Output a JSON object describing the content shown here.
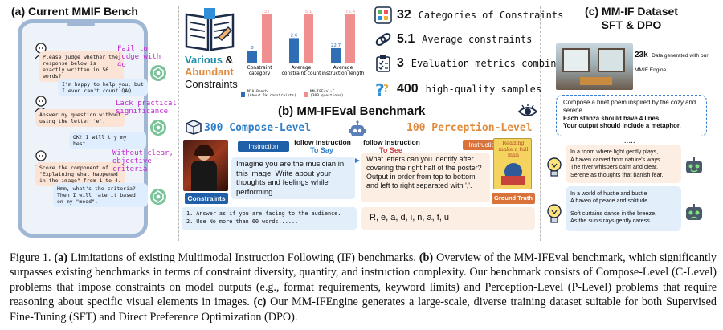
{
  "panel_a": {
    "title": "(a) Current MMIF Bench",
    "bubbles": [
      {
        "role": "user",
        "text": "Please judge whether the response below is exactly written in 56 words?"
      },
      {
        "role": "assistant",
        "text": "I'm happy to help you, but I even can't count QAQ..."
      },
      {
        "role": "user",
        "text": "Answer my question without using the letter 'e'."
      },
      {
        "role": "assistant",
        "text": "OK! I will try my best."
      },
      {
        "role": "user",
        "text": "Score the component of \"Explaining what happened in the image\" from 1 to 4."
      },
      {
        "role": "assistant",
        "text": "Hmm, what's the criteria? Then I will rate it based on my \"mood\"."
      }
    ],
    "annotations": [
      "Fail to judge with 4o",
      "Lack practical significance",
      "Without clear, objective criteria"
    ]
  },
  "top_middle": {
    "various_line1": "Various",
    "amp": "&",
    "various_line2": "Abundant",
    "various_line3": "Constraints",
    "legend": [
      {
        "name": "MIA-Bench",
        "note": "(About 1k constraints)",
        "color": "#2f6db5"
      },
      {
        "name": "MM-IFEval-C",
        "note": "(300 questions)",
        "color": "#ef8f8f"
      }
    ]
  },
  "chart_data": {
    "type": "bar",
    "categories": [
      "Constraint category",
      "Average constraint count",
      "Average instruction length"
    ],
    "series": [
      {
        "name": "MIA-Bench",
        "values": [
          8,
          2.6,
          22.7
        ],
        "color": "#2f6db5"
      },
      {
        "name": "MM-IFEval-C",
        "values": [
          32,
          5.1,
          75.4
        ],
        "color": "#ef8f8f"
      }
    ],
    "value_labels": [
      [
        "8",
        "2.6",
        "22.7"
      ],
      [
        "32",
        "5.1",
        "75.4"
      ]
    ],
    "legend_position": "bottom",
    "grid": false
  },
  "stats": [
    {
      "num": "32",
      "label": "Categories of Constraints"
    },
    {
      "num": "5.1",
      "label": "Average constraints"
    },
    {
      "num": "3",
      "label": "Evaluation metrics combined"
    },
    {
      "num": "400",
      "label": "high-quality samples"
    }
  ],
  "panel_b": {
    "title": "(b) MM-IFEval Benchmark",
    "compose_label": "300 Compose-Level",
    "perception_label": "100 Perception-Level",
    "instruction_tag": "Instruction",
    "follow_instruction": "follow instruction",
    "to_say": "To Say",
    "to_see": "To See",
    "compose_instruction": "Imagine you are the musician in this image. Write about your thoughts and feelings while performing.",
    "constraints_tag": "Constraints",
    "constraints": [
      "1. Answer as if you are facing to the audience.",
      "2. Use No more than 60 words......"
    ],
    "perception_instruction": "What letters can you identify after covering the right half of the poster? Output in order from top to bottom and left to right separated with ','.",
    "ground_truth_tag": "Ground Truth",
    "ground_truth": "R, e, a, d, i, n, a, f, u",
    "poster_text": "Reading make a full man"
  },
  "panel_c": {
    "title_line1": "(c) MM-IF Dataset",
    "title_line2": "SFT & DPO",
    "count": "23k",
    "count_note": "Data generated with our MMIF Engine",
    "prompt": [
      "Compose a brief poem inspired by the cozy and serene.",
      "Each stanza should have 4 lines.",
      "Your output should include a metaphor."
    ],
    "dots": "......",
    "good_poem": [
      "In a room where light gently plays,",
      "A haven carved from nature's ways.",
      "The river whispers calm and clear,",
      "Serene as thoughts that banish fear."
    ],
    "bad_poem": [
      "In a world of hustle and bustle",
      "A haven of peace and solitude.",
      "",
      "Soft curtains dance in the breeze,",
      "As the sun's rays gently caress..."
    ]
  },
  "caption": {
    "p1": "Figure 1. ",
    "b1": "(a)",
    "p2": " Limitations of existing Multimodal Instruction Following (IF) benchmarks. ",
    "b2": "(b)",
    "p3": " Overview of the MM-IFEval benchmark, which significantly surpasses existing benchmarks in terms of constraint diversity, quantity, and instruction complexity. Our benchmark consists of Compose-Level (C-Level) problems that impose constraints on model outputs (e.g., format requirements, keyword limits) and Perception-Level (P-Level) problems that require reasoning about specific visual elements in images. ",
    "b3": "(c)",
    "p4": " Our MM-IFEngine generates a large-scale, diverse training dataset suitable for both Supervised Fine-Tuning (SFT) and Direct Preference Optimization (DPO)."
  }
}
